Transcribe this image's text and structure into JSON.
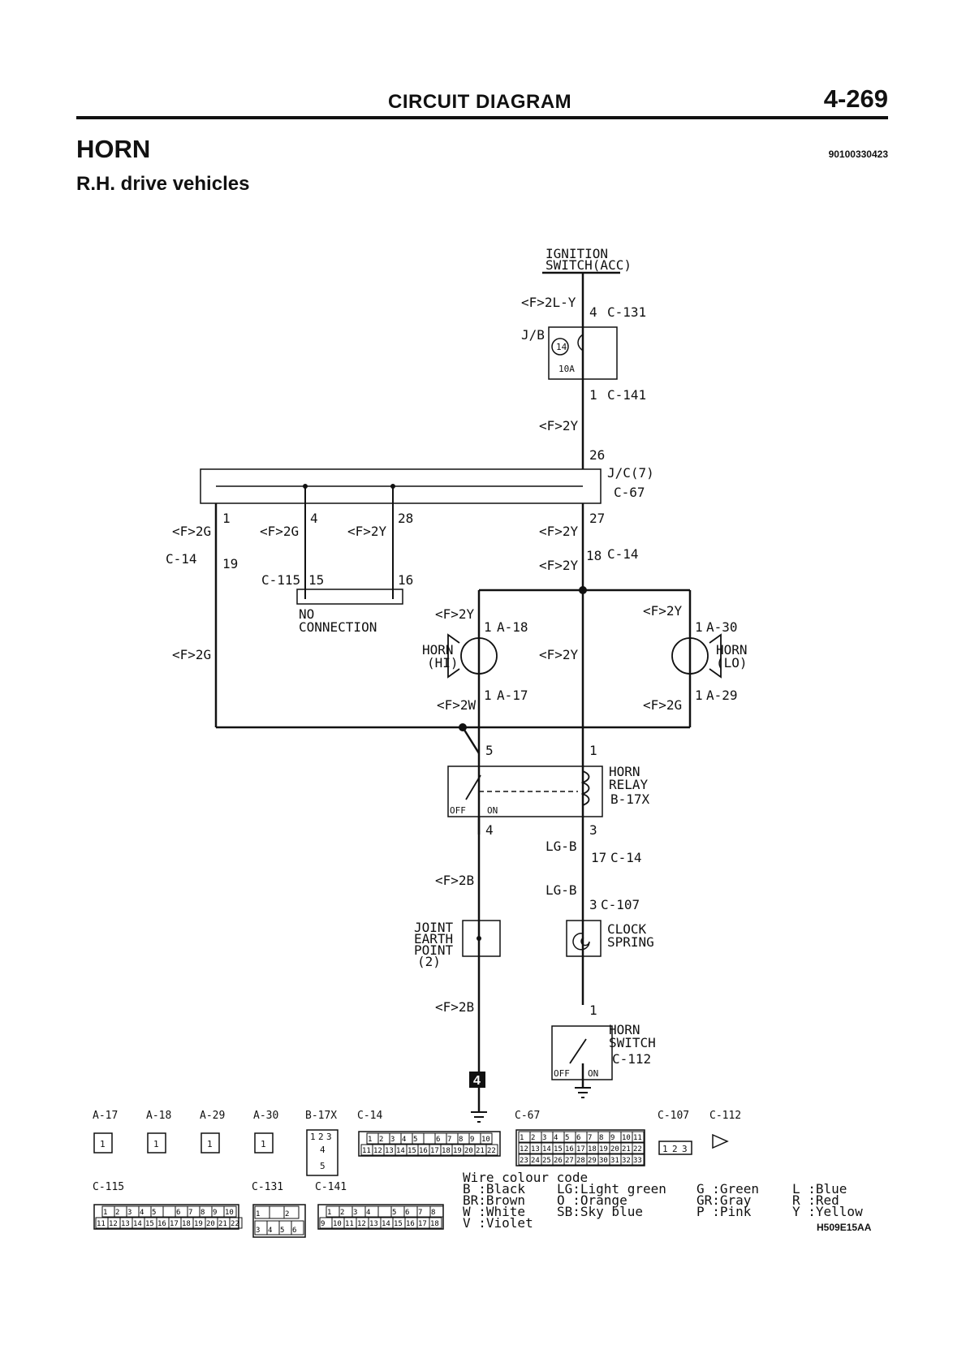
{
  "header": {
    "title": "CIRCUIT DIAGRAM",
    "page": "4-269"
  },
  "section": {
    "title": "HORN",
    "code": "90100330423",
    "subtitle": "R.H. drive vehicles"
  },
  "diagram": {
    "ignition": [
      "IGNITION",
      "SWITCH(ACC)"
    ],
    "jb": "J/B",
    "fuse_no": "14",
    "fuse_rating": "10A",
    "jc": [
      "J/C(7)",
      "C-67"
    ],
    "no_connection": [
      "NO",
      "CONNECTION"
    ],
    "horn_hi": [
      "HORN",
      "(HI)"
    ],
    "horn_lo": [
      "HORN",
      "(LO)"
    ],
    "relay": [
      "HORN",
      "RELAY",
      "B-17X"
    ],
    "relay_off": "OFF",
    "relay_on": "ON",
    "earth": [
      "JOINT",
      "EARTH",
      "POINT",
      "(2)"
    ],
    "clock_spring": [
      "CLOCK",
      "SPRING"
    ],
    "horn_switch": [
      "HORN",
      "SWITCH",
      "C-112"
    ],
    "switch_off": "OFF",
    "switch_on": "ON",
    "earth_ref": "4",
    "wires": {
      "w_f2ly": "<F>2L-Y",
      "w_f2y": "<F>2Y",
      "w_f2g": "<F>2G",
      "w_f2w": "<F>2W",
      "w_f2b": "<F>2B",
      "w_lgb": "LG-B"
    },
    "pins": {
      "p4": "4",
      "p1": "1",
      "p26": "26",
      "p27": "27",
      "p18": "18",
      "p28": "28",
      "p19": "19",
      "p15": "15",
      "p16": "16",
      "p5": "5",
      "p3": "3",
      "p17": "17"
    },
    "connectors": {
      "c131": "C-131",
      "c141": "C-141",
      "c67": "C-67",
      "c14": "C-14",
      "c115": "C-115",
      "a18": "A-18",
      "a17": "A-17",
      "a30": "A-30",
      "a29": "A-29",
      "b17x": "B-17X",
      "c107": "C-107",
      "c112": "C-112"
    }
  },
  "connector_views": {
    "row1": [
      "A-17",
      "A-18",
      "A-29",
      "A-30",
      "B-17X",
      "C-14",
      "C-67",
      "C-107",
      "C-112"
    ],
    "row2": [
      "C-115",
      "C-131",
      "C-141"
    ],
    "c14_top": [
      "1",
      "2",
      "3",
      "4",
      "5",
      "",
      "6",
      "7",
      "8",
      "9",
      "10"
    ],
    "c14_bottom": [
      "11",
      "12",
      "13",
      "14",
      "15",
      "16",
      "17",
      "18",
      "19",
      "20",
      "21",
      "22"
    ],
    "c67_top": [
      "1",
      "2",
      "3",
      "4",
      "5",
      "6",
      "7",
      "8",
      "9",
      "10",
      "11"
    ],
    "c67_mid": [
      "12",
      "13",
      "14",
      "15",
      "16",
      "17",
      "18",
      "19",
      "20",
      "21",
      "22"
    ],
    "c67_bottom": [
      "23",
      "24",
      "25",
      "26",
      "27",
      "28",
      "29",
      "30",
      "31",
      "32",
      "33"
    ],
    "c115_top": [
      "1",
      "2",
      "3",
      "4",
      "5",
      "",
      "6",
      "7",
      "8",
      "9",
      "10"
    ],
    "c115_bottom": [
      "11",
      "12",
      "13",
      "14",
      "15",
      "16",
      "17",
      "18",
      "19",
      "20",
      "21",
      "22"
    ],
    "c131_top": [
      "1",
      "",
      "2"
    ],
    "c131_bottom": [
      "3",
      "4",
      "5",
      "6"
    ],
    "c141_top": [
      "1",
      "2",
      "3",
      "4",
      "",
      "5",
      "6",
      "7",
      "8"
    ],
    "c141_bottom": [
      "9",
      "10",
      "11",
      "12",
      "13",
      "14",
      "15",
      "16",
      "17",
      "18"
    ],
    "b17x": [
      "1",
      "2",
      "3",
      "4",
      "5"
    ],
    "c107": [
      "1",
      "2",
      "3"
    ],
    "single_pin": "1"
  },
  "wire_colour_code": {
    "title": "Wire colour code",
    "col1": [
      "B :Black",
      "BR:Brown",
      "W :White",
      "V :Violet"
    ],
    "col2": [
      "LG:Light green",
      "O :Orange",
      "SB:Sky blue"
    ],
    "col3": [
      "G :Green",
      "GR:Gray",
      "P :Pink"
    ],
    "col4": [
      "L :Blue",
      "R :Red",
      "Y :Yellow"
    ]
  },
  "figure_code": "H509E15AA"
}
